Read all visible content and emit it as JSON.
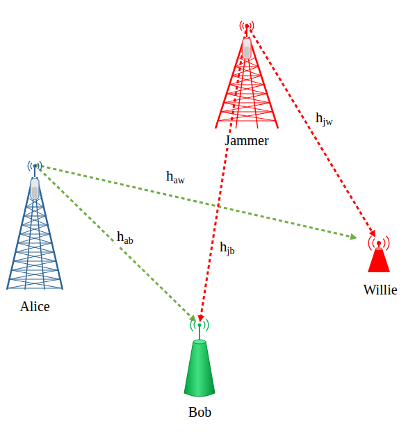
{
  "diagram": {
    "nodes": [
      {
        "text": [
          "Jammer"
        ]
      },
      {
        "text": [
          "Alice"
        ]
      },
      {
        "text": [
          "Willie"
        ]
      },
      {
        "text": [
          "Bob"
        ]
      }
    ],
    "edges": [
      {
        "from": 1,
        "to": 2,
        "label": "haw",
        "arrow": "to"
      },
      {
        "from": 1,
        "to": 3,
        "label": "hab",
        "arrow": "to"
      },
      {
        "from": 0,
        "to": 3,
        "label": "hjb",
        "arrow": "to"
      },
      {
        "from": 0,
        "to": 2,
        "label": "hjw",
        "arrow": "to"
      }
    ]
  }
}
